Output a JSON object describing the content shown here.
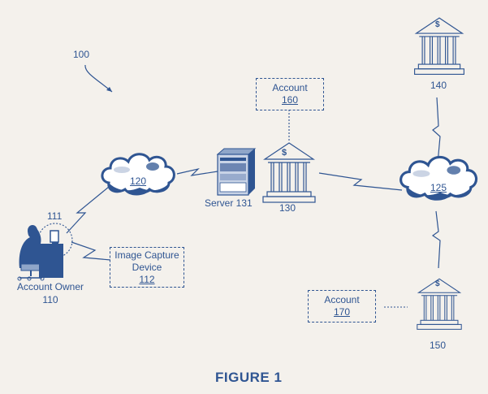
{
  "figure": {
    "ref": "100",
    "caption": "FIGURE 1"
  },
  "nodes": {
    "account_owner": {
      "label": "Account Owner",
      "ref": "110",
      "device_ref": "111"
    },
    "image_capture_device": {
      "line1": "Image Capture",
      "line2": "Device",
      "ref": "112"
    },
    "network_120": {
      "ref": "120"
    },
    "network_125": {
      "ref": "125"
    },
    "server": {
      "label": "Server 131"
    },
    "bank_130": {
      "ref": "130",
      "symbol": "$"
    },
    "bank_140": {
      "ref": "140",
      "symbol": "$"
    },
    "bank_150": {
      "ref": "150",
      "symbol": "$"
    },
    "account_160": {
      "label": "Account",
      "ref": "160"
    },
    "account_170": {
      "label": "Account",
      "ref": "170"
    }
  },
  "colors": {
    "ink": "#2f5592",
    "background": "#f4f1ec"
  }
}
